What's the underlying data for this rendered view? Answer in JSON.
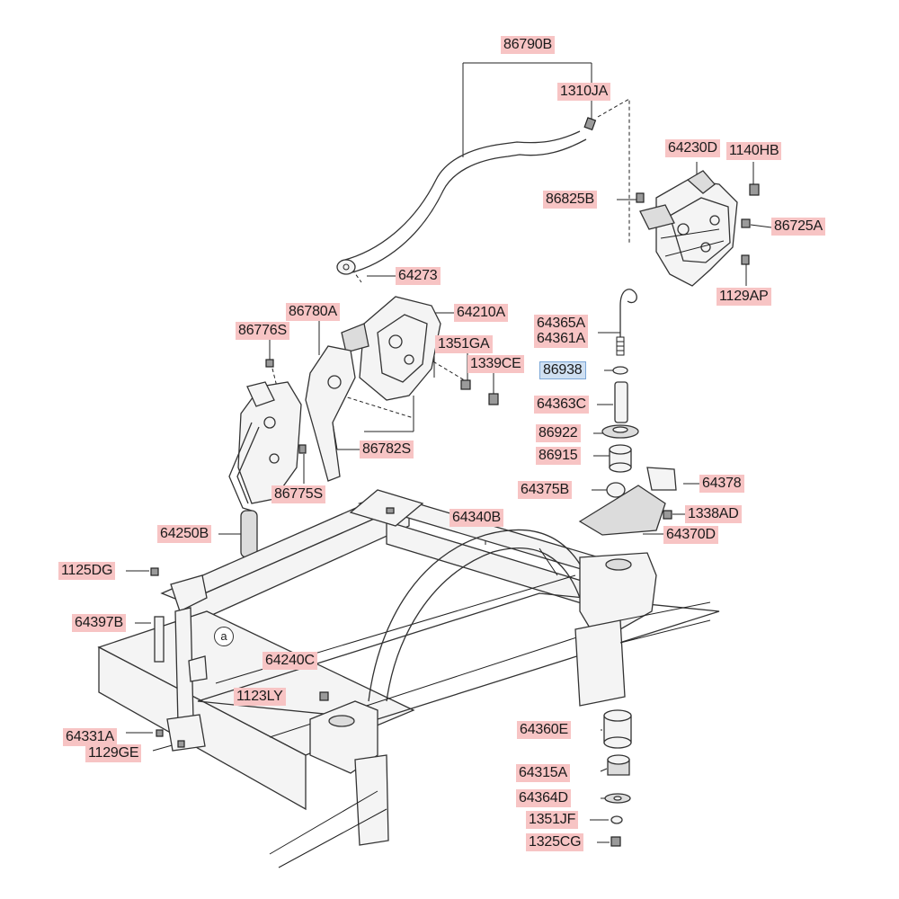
{
  "parts": {
    "p86790B": "86790B",
    "p1310JA": "1310JA",
    "p64230D": "64230D",
    "p1140HB": "1140HB",
    "p86825B": "86825B",
    "p86725A": "86725A",
    "p1129AP": "1129AP",
    "p64273": "64273",
    "p86780A": "86780A",
    "p64210A": "64210A",
    "p86776S": "86776S",
    "p1351GA": "1351GA",
    "p1339CE": "1339CE",
    "p64365A": "64365A",
    "p64361A": "64361A",
    "p86938": "86938",
    "p64363C": "64363C",
    "p86922": "86922",
    "p86915": "86915",
    "p86782S": "86782S",
    "p86775S": "86775S",
    "p64375B": "64375B",
    "p64378": "64378",
    "p64250B": "64250B",
    "p64340B": "64340B",
    "p1338AD": "1338AD",
    "p64370D": "64370D",
    "p1125DG": "1125DG",
    "p64397B": "64397B",
    "p64240C": "64240C",
    "p1123LY": "1123LY",
    "p64360E": "64360E",
    "p64331A": "64331A",
    "p1129GE": "1129GE",
    "p64315A": "64315A",
    "p64364D": "64364D",
    "p1351JF": "1351JF",
    "p1325CG": "1325CG"
  },
  "callout_a": "a",
  "highlight_color": "#cfe0f2",
  "label_color": "#f7c4c4"
}
